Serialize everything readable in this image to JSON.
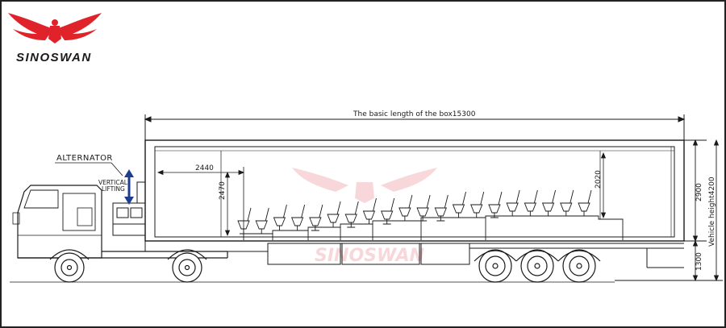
{
  "brand": {
    "name": "SINOSWAN",
    "watermark": "SINOSWAN",
    "colors": {
      "logo_red": "#e0232b",
      "ink": "#1a1a1a",
      "watermark": "#f2b8bd",
      "arrow_blue": "#1e3d8f"
    }
  },
  "labels": {
    "alternator": "ALTERNATOR",
    "vertical_lifting": [
      "VERTICAL",
      "LIFTING"
    ]
  },
  "dimensions": {
    "box_length": "The basic length of the box15300",
    "stage_width": "2440",
    "inner_height_left": "2470",
    "inner_height_right": "2020",
    "box_height": "2900",
    "vehicle_height": "Vehicle height4200",
    "chassis_height": "1300"
  },
  "seats": {
    "count": 20
  },
  "icons": [
    "swan-wings-logo-icon",
    "vertical-lift-arrow-icon"
  ]
}
